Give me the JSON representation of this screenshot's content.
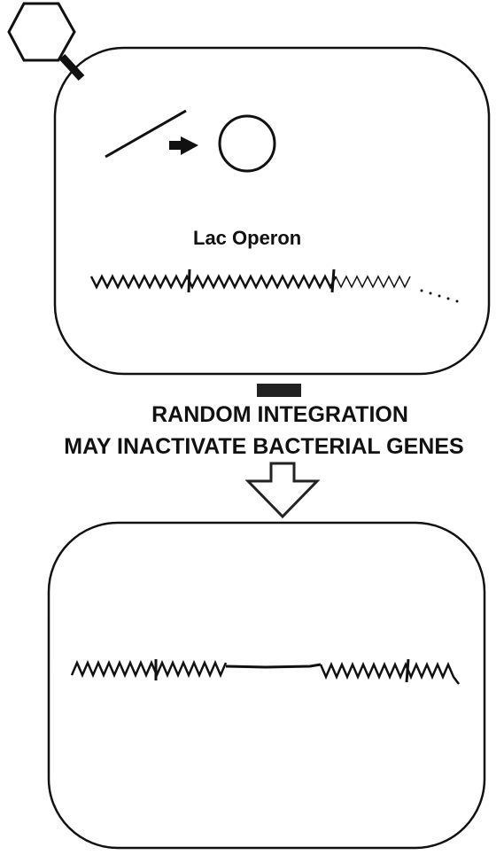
{
  "top_cell": {
    "operon_label": "Lac Operon"
  },
  "caption": {
    "line1": "RANDOM INTEGRATION",
    "line2": "MAY INACTIVATE BACTERIAL GENES"
  },
  "colors": {
    "ink": "#111111",
    "background": "#ffffff"
  },
  "icons": [
    "phage-head-icon",
    "arrow-right-icon",
    "arrow-down-icon"
  ]
}
